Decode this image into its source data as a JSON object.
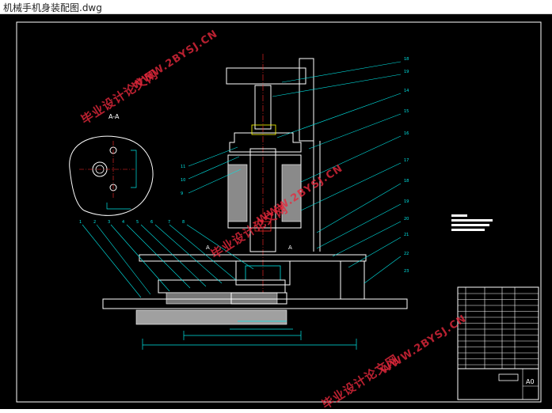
{
  "window": {
    "title": "机械手机身装配图.dwg"
  },
  "drawing": {
    "section_label": "A-A",
    "cut_label_left": "A",
    "cut_label_right": "A",
    "callouts_top": [
      "1",
      "2",
      "3",
      "4",
      "5",
      "6",
      "7",
      "8"
    ],
    "callouts_right": [
      "18",
      "19",
      "14",
      "15",
      "16",
      "17",
      "18",
      "19",
      "20",
      "21",
      "22",
      "23"
    ],
    "callouts_left": [
      "11",
      "10",
      "9"
    ]
  },
  "title_block": {
    "sheet_size": "A0"
  },
  "watermark": {
    "brand_cn": "毕业设计论文网",
    "brand_url": "WWW.2BYSJ.CN",
    "color": "#e6283c"
  },
  "colors": {
    "background": "#000000",
    "outline": "#ffffff",
    "dimension": "#00e5e5",
    "accent": "#ff2a2a"
  }
}
